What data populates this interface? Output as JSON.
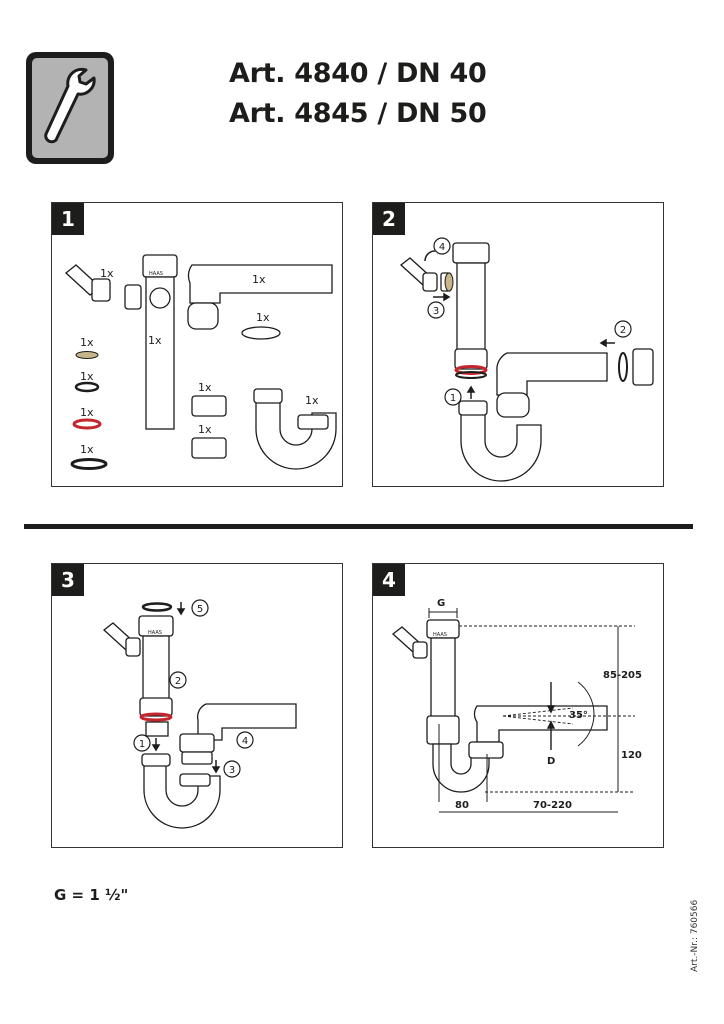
{
  "header": {
    "title_line1": "Art. 4840 / DN 40",
    "title_line2": "Art. 4845 / DN 50",
    "tool_icon": "wrench-icon"
  },
  "steps": [
    {
      "number": "1",
      "labels": {
        "angle_fitting": "1x",
        "elbow_pipe": "1x",
        "tube": "1x",
        "flat_washer": "1x",
        "tan_washer": "1x",
        "black_ring_small": "1x",
        "red_ring": "1x",
        "black_ring_large": "1x",
        "nut_a": "1x",
        "nut_b": "1x",
        "trap": "1x"
      }
    },
    {
      "number": "2",
      "callouts": [
        "1",
        "2",
        "3",
        "4"
      ]
    },
    {
      "number": "3",
      "callouts": [
        "1",
        "2",
        "3",
        "4",
        "5"
      ]
    },
    {
      "number": "4",
      "dimensions": {
        "thread": "G",
        "height_range": "85-205",
        "angle": "35°",
        "diameter": "D",
        "height_fixed": "120",
        "offset": "80",
        "reach": "70-220"
      }
    }
  ],
  "brand_mark": "HAAS",
  "footnote": "G = 1 ½\"",
  "article_number": "Art.-Nr.: 760566",
  "colors": {
    "ink": "#1d1d1b",
    "icon_gray": "#b3b3b3",
    "red_ring": "#c4262e",
    "tan_washer": "#c8b58a"
  }
}
